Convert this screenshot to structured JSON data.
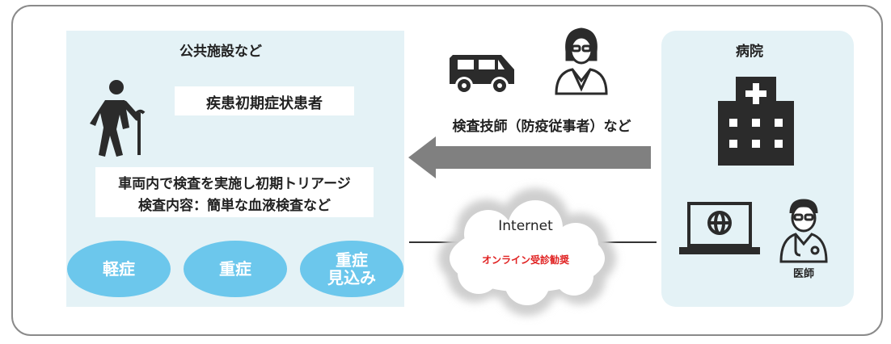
{
  "left_panel": {
    "title": "公共施設など",
    "patient_label": "疾患初期症状患者",
    "triage_line1": "車両内で検査を実施し初期トリアージ",
    "triage_line2": "検査内容：簡単な血液検査など",
    "severity": [
      "軽症",
      "重症",
      "重症\n見込み"
    ]
  },
  "middle": {
    "technician_label": "検査技師（防疫従事者）など",
    "internet_label": "Internet",
    "online_label": "オンライン受診勧奨"
  },
  "right_panel": {
    "title": "病院",
    "doctor_label": "医師"
  },
  "colors": {
    "panel": "#e4f2f6",
    "oval": "#6cc7ec",
    "arrow": "#808080",
    "online_text": "#e02020",
    "icon": "#2b2b2b"
  },
  "icons": [
    "elderly-person-icon",
    "van-icon",
    "technician-icon",
    "hospital-icon",
    "laptop-globe-icon",
    "doctor-icon",
    "cloud-icon",
    "arrow-left-icon"
  ]
}
